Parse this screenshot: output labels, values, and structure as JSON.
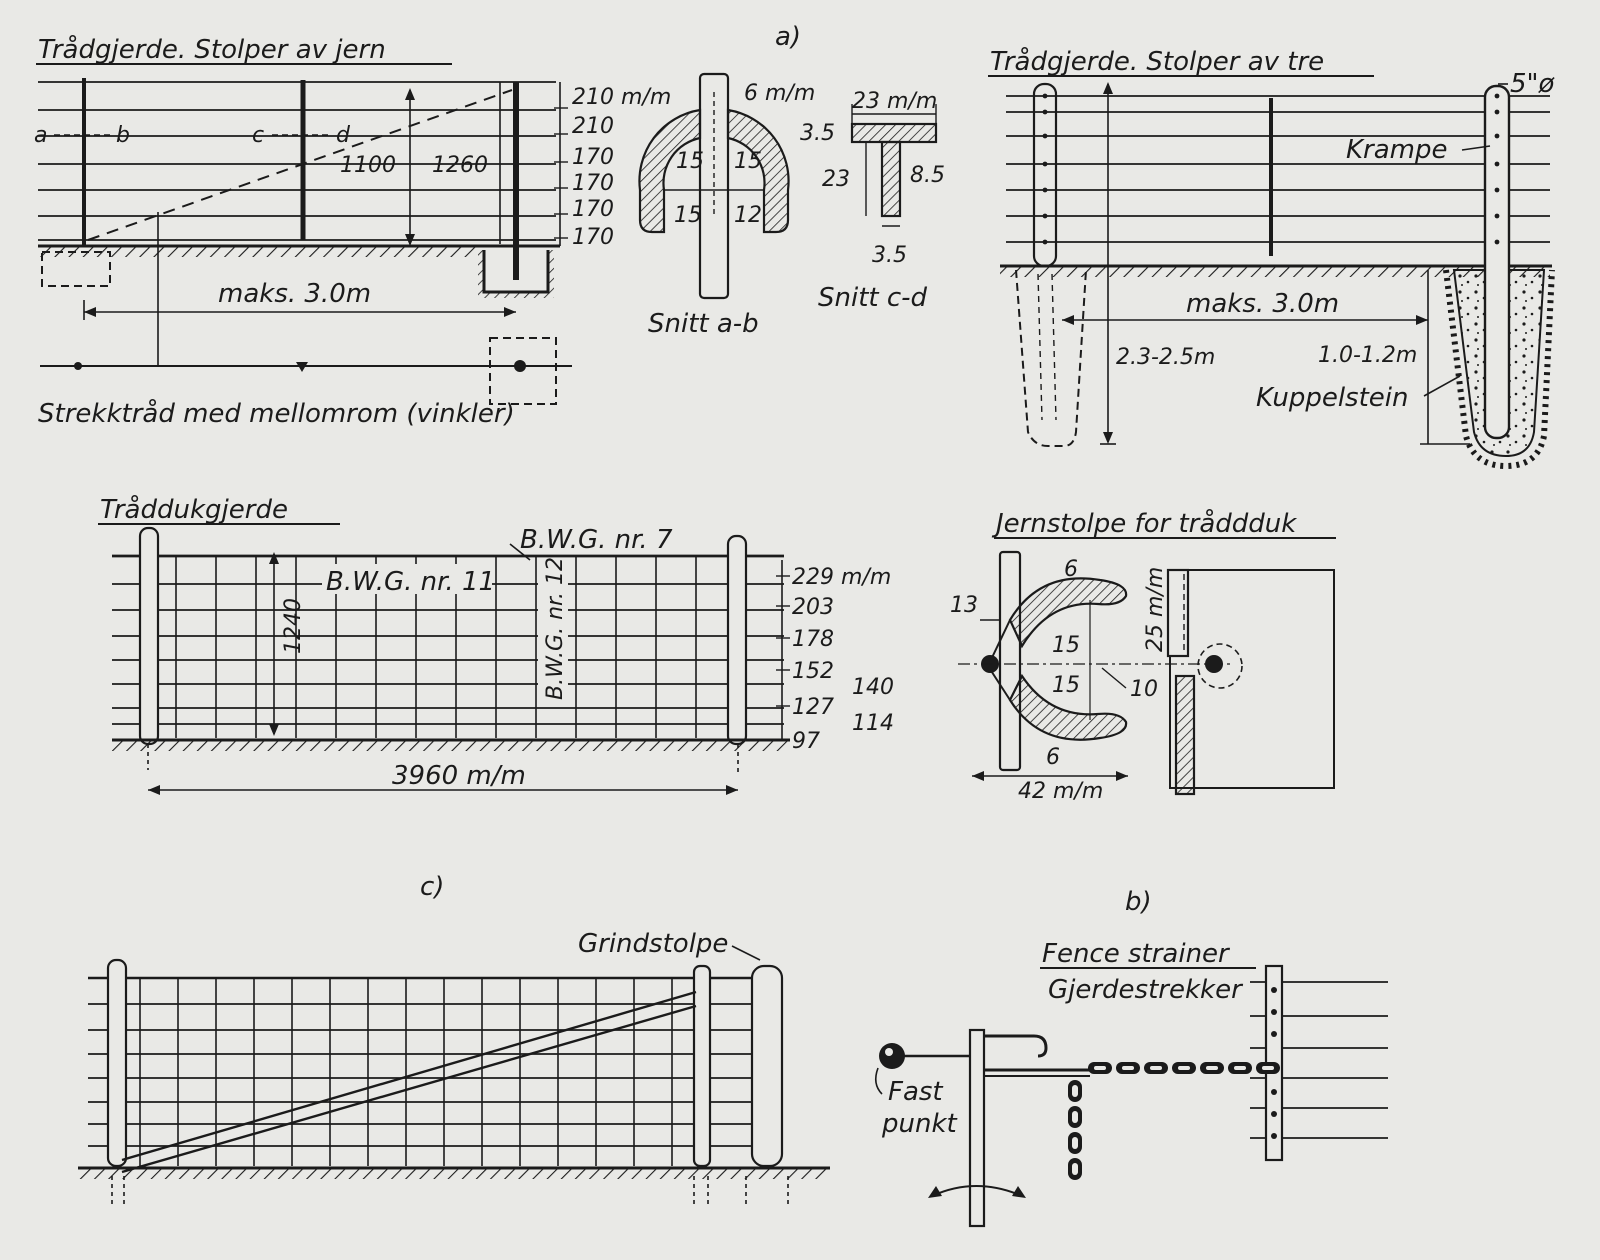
{
  "labels": {
    "a": "a)",
    "b": "b)",
    "c": "c)"
  },
  "panel_iron": {
    "title": "Trådgjerde. Stolper av jern",
    "point_a": "a",
    "point_b": "b",
    "point_c": "c",
    "point_d": "d",
    "height_1100": "1100",
    "height_1260": "1260",
    "spacings": [
      "210 m/m",
      "210",
      "170",
      "170",
      "170",
      "170"
    ],
    "span": "maks. 3.0m",
    "caption": "Strekktråd med mellomrom (vinkler)"
  },
  "section_ab": {
    "thickness": "6 m/m",
    "left_top": "15",
    "right_top": "15",
    "left_bottom": "15",
    "right_bottom": "12",
    "caption": "Snitt a-b"
  },
  "section_cd": {
    "width": "23 m/m",
    "flange": "3.5",
    "height": "23",
    "web_h": "8.5",
    "web_w": "3.5",
    "caption": "Snitt c-d"
  },
  "panel_wood": {
    "title": "Trådgjerde. Stolper av tre",
    "diameter": "5\"ø",
    "krampe": "Krampe",
    "span": "maks. 3.0m",
    "depth_left": "2.3-2.5m",
    "depth_right": "1.0-1.2m",
    "stone": "Kuppelstein"
  },
  "panel_mesh": {
    "title": "Tråddukgjerde",
    "bwg7": "B.W.G. nr. 7",
    "bwg11": "B.W.G. nr. 11",
    "bwg12": "B.W.G. nr. 12",
    "height": "1240",
    "spacings": [
      "229 m/m",
      "203",
      "178",
      "152",
      "127",
      "97"
    ],
    "extra1": "140",
    "extra2": "114",
    "span": "3960 m/m"
  },
  "panel_bracket": {
    "title": "Jernstolpe for tråddduk",
    "top": "6",
    "bottom": "6",
    "left": "13",
    "mid_top": "15",
    "mid_bottom": "15",
    "gap": "10",
    "height": "25 m/m",
    "width": "42 m/m"
  },
  "panel_gate": {
    "post_label": "Grindstolpe"
  },
  "panel_strainer": {
    "title_en": "Fence strainer",
    "title_no": "Gjerdestrekker",
    "fixed_point_1": "Fast",
    "fixed_point_2": "punkt"
  },
  "colors": {
    "paper": "#e9e9e6",
    "ink": "#1b1b1b"
  }
}
